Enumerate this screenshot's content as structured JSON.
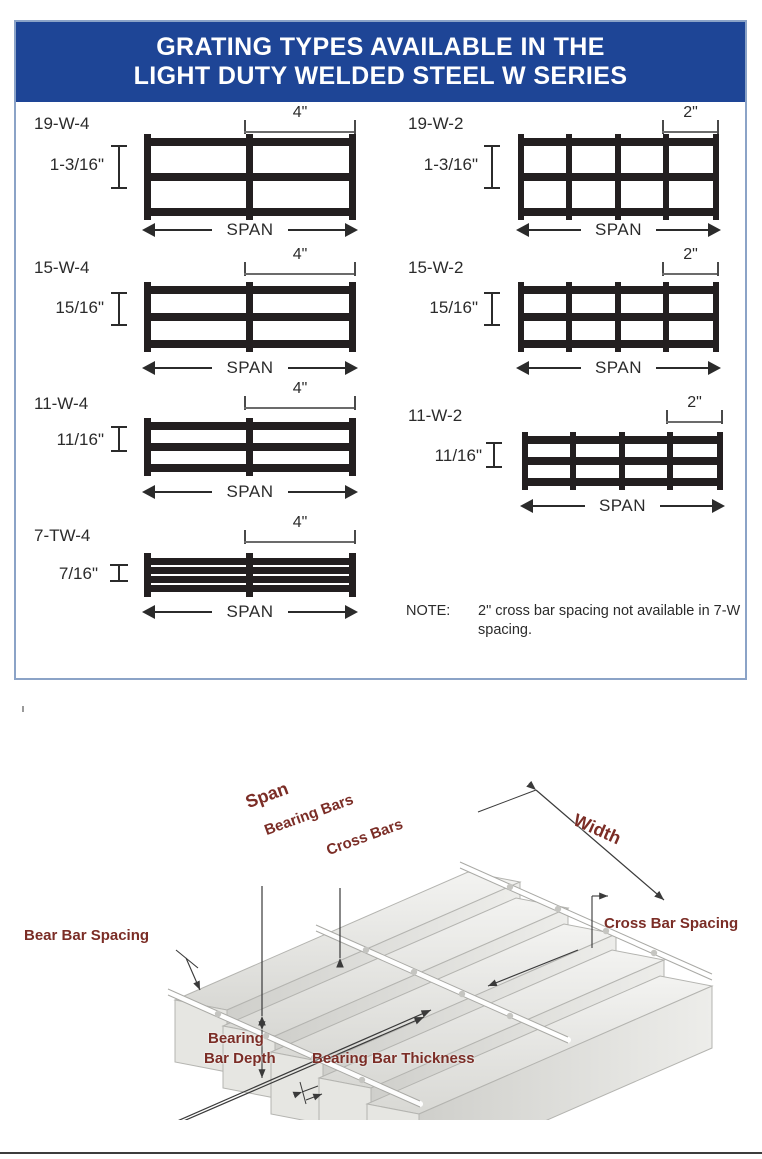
{
  "panel": {
    "header": {
      "line1": "GRATING TYPES AVAILABLE IN THE",
      "line2": "LIGHT DUTY WELDED STEEL W SERIES"
    },
    "accent_color": "#1e4596",
    "border_color": "#8ba3c7",
    "bar_color": "#231f20"
  },
  "figures": [
    {
      "id": "19-W-4",
      "label": "19-W-4",
      "height_label": "1-3/16\"",
      "spacing_label": "4\"",
      "span_label": "SPAN",
      "bearing_bars": 3,
      "cross_bars": 3,
      "column": "left"
    },
    {
      "id": "19-W-2",
      "label": "19-W-2",
      "height_label": "1-3/16\"",
      "spacing_label": "2\"",
      "span_label": "SPAN",
      "bearing_bars": 3,
      "cross_bars": 5,
      "column": "right"
    },
    {
      "id": "15-W-4",
      "label": "15-W-4",
      "height_label": "15/16\"",
      "spacing_label": "4\"",
      "span_label": "SPAN",
      "bearing_bars": 3,
      "cross_bars": 3,
      "column": "left"
    },
    {
      "id": "15-W-2",
      "label": "15-W-2",
      "height_label": "15/16\"",
      "spacing_label": "2\"",
      "span_label": "SPAN",
      "bearing_bars": 3,
      "cross_bars": 5,
      "column": "right"
    },
    {
      "id": "11-W-4",
      "label": "11-W-4",
      "height_label": "11/16\"",
      "spacing_label": "4\"",
      "span_label": "SPAN",
      "bearing_bars": 3,
      "cross_bars": 3,
      "column": "left"
    },
    {
      "id": "11-W-2",
      "label": "11-W-2",
      "height_label": "11/16\"",
      "spacing_label": "2\"",
      "span_label": "SPAN",
      "bearing_bars": 3,
      "cross_bars": 5,
      "column": "right"
    },
    {
      "id": "7-TW-4",
      "label": "7-TW-4",
      "height_label": "7/16\"",
      "spacing_label": "4\"",
      "span_label": "SPAN",
      "bearing_bars": 4,
      "cross_bars": 3,
      "column": "left"
    }
  ],
  "note": {
    "heading": "NOTE:",
    "body": "2\" cross bar spacing not available in 7-W spacing."
  },
  "isometric": {
    "label_color": "#7b2d26",
    "labels": {
      "span": "Span",
      "bearing_bars": "Bearing Bars",
      "cross_bars": "Cross Bars",
      "width": "Width",
      "cross_bar_spacing": "Cross Bar Spacing",
      "bear_bar_spacing": "Bear Bar Spacing",
      "bearing_bar_depth_l1": "Bearing",
      "bearing_bar_depth_l2": "Bar Depth",
      "bearing_bar_thickness": "Bearing Bar Thickness"
    }
  }
}
